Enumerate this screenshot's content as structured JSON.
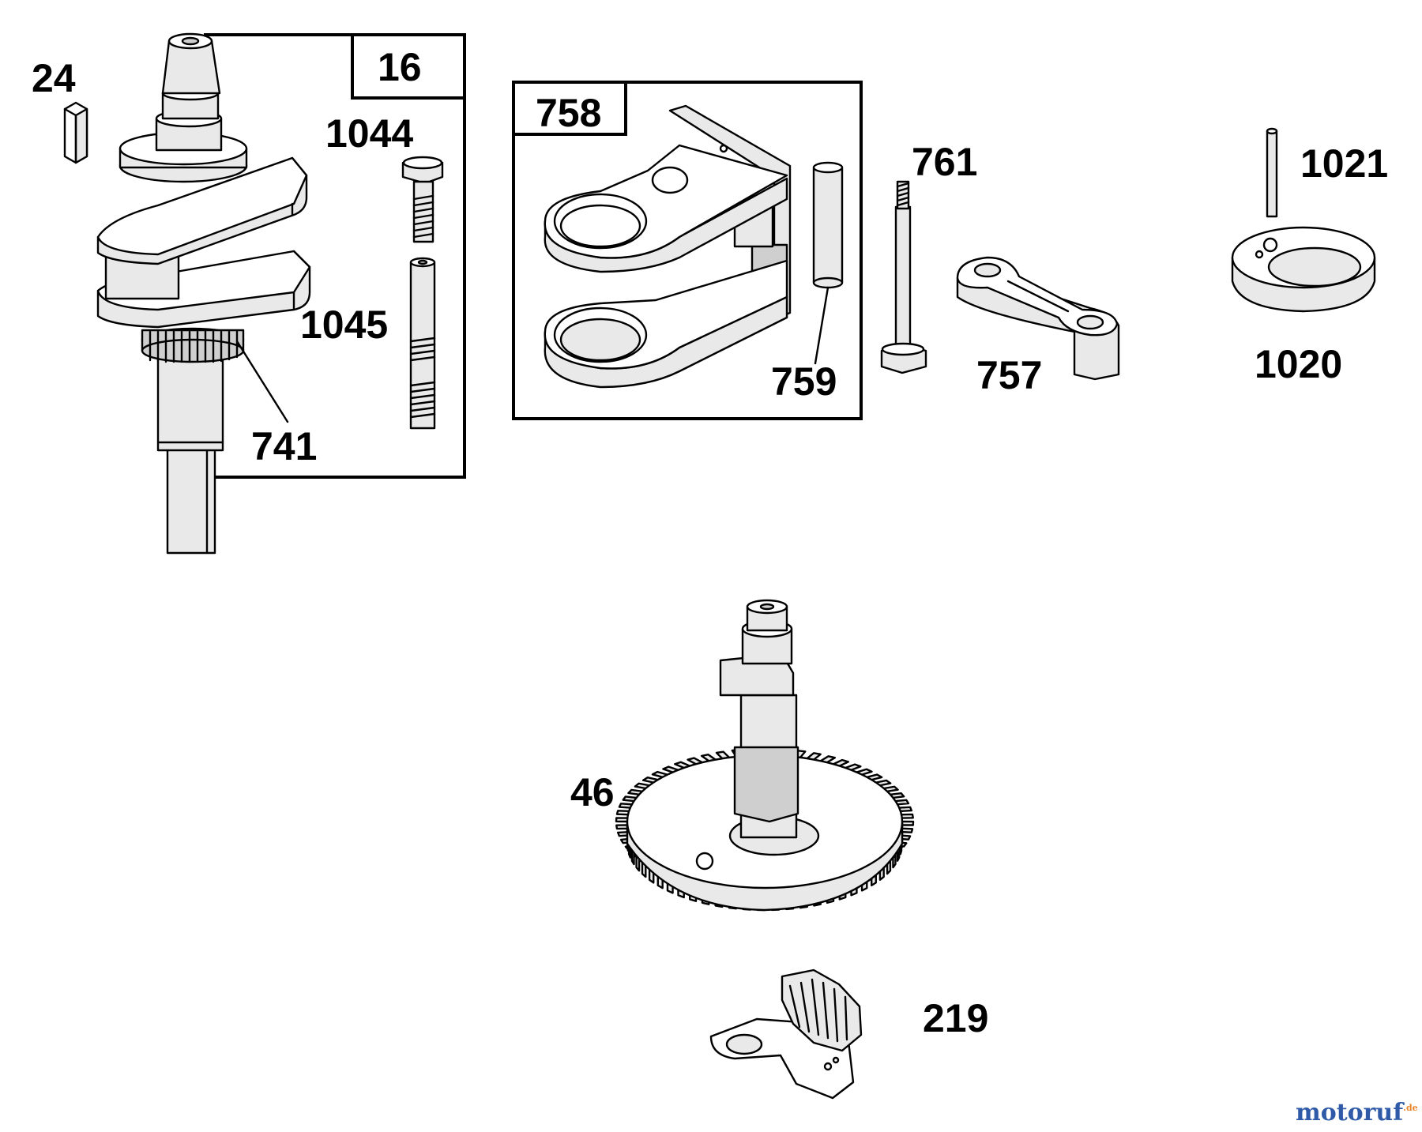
{
  "diagram": {
    "labels": {
      "p24": "24",
      "p16": "16",
      "p1044": "1044",
      "p1045": "1045",
      "p741": "741",
      "p758": "758",
      "p759": "759",
      "p761": "761",
      "p757": "757",
      "p1021": "1021",
      "p1020": "1020",
      "p46": "46",
      "p219": "219"
    },
    "watermark": {
      "brand": "motoruf",
      "suffix": ".de"
    },
    "colors": {
      "line": "#000000",
      "part_fill": "#e9e9e9",
      "part_shade": "#cfcfcf",
      "watermark_blue": "#2f5aa8",
      "watermark_orange": "#e8842a"
    }
  }
}
